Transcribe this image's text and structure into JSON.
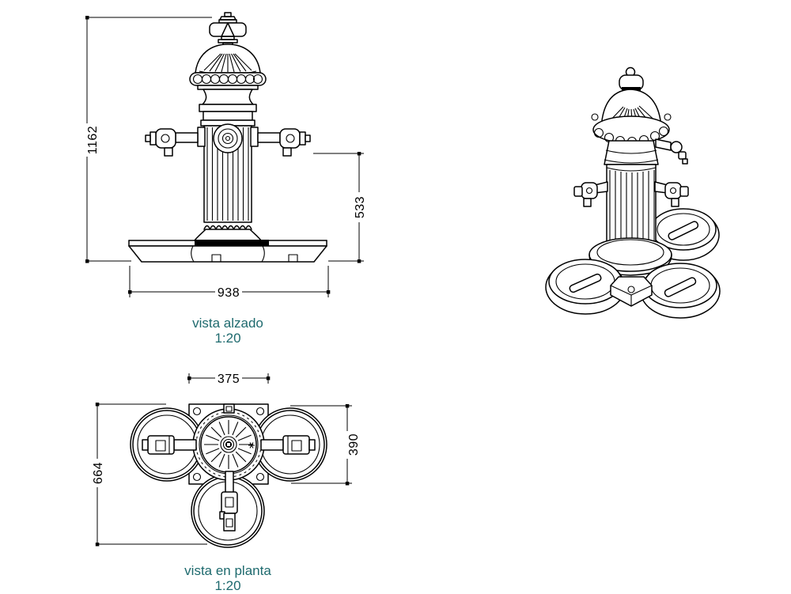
{
  "canvas": {
    "background": "#ffffff",
    "line_color": "#000000",
    "label_color": "#1e6a6e",
    "dim_text_color": "#000000"
  },
  "elevation": {
    "label": "vista alzado",
    "scale": "1:20",
    "dim_total_height": "1162",
    "dim_spout_height": "533",
    "dim_base_width": "938"
  },
  "plan": {
    "label": "vista en planta",
    "scale": "1:20",
    "dim_plate_width": "375",
    "dim_plate_depth": "390",
    "dim_total_depth": "664"
  }
}
